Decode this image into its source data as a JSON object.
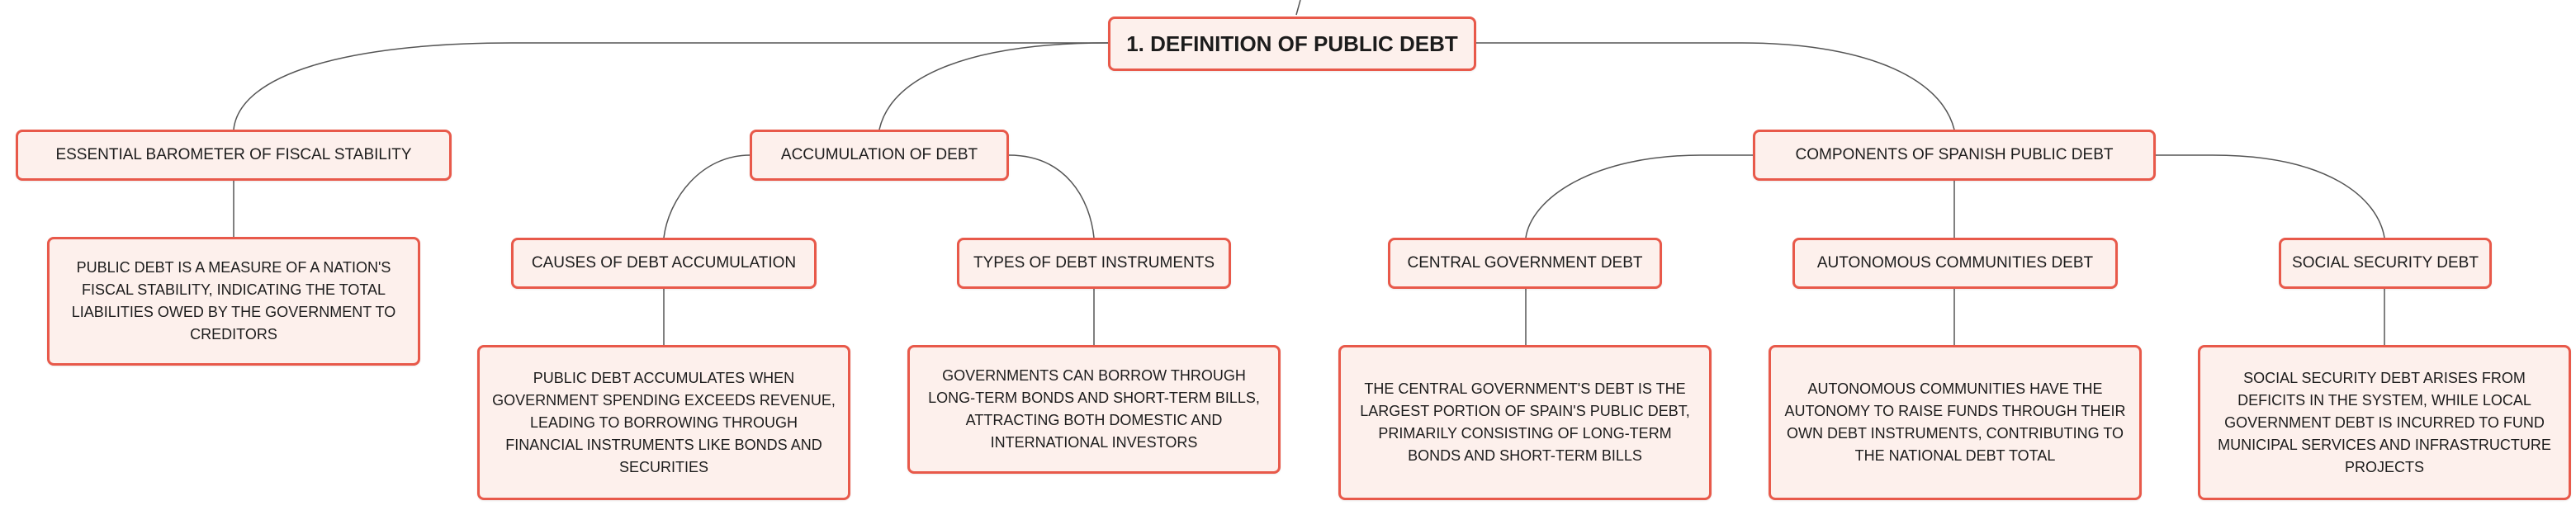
{
  "diagram": {
    "root": {
      "label": "1. DEFINITION OF PUBLIC DEBT"
    },
    "branches": [
      {
        "label": "ESSENTIAL BAROMETER OF FISCAL STABILITY",
        "detail": "PUBLIC DEBT IS A MEASURE OF A NATION'S FISCAL STABILITY, INDICATING THE TOTAL LIABILITIES OWED BY THE GOVERNMENT TO CREDITORS"
      },
      {
        "label": "ACCUMULATION OF DEBT",
        "children": [
          {
            "label": "CAUSES OF DEBT ACCUMULATION",
            "detail": "PUBLIC DEBT ACCUMULATES WHEN GOVERNMENT SPENDING EXCEEDS REVENUE, LEADING TO BORROWING THROUGH FINANCIAL INSTRUMENTS LIKE BONDS AND SECURITIES"
          },
          {
            "label": "TYPES OF DEBT INSTRUMENTS",
            "detail": "GOVERNMENTS CAN BORROW THROUGH LONG-TERM BONDS AND SHORT-TERM BILLS, ATTRACTING BOTH DOMESTIC AND INTERNATIONAL INVESTORS"
          }
        ]
      },
      {
        "label": "COMPONENTS OF SPANISH PUBLIC DEBT",
        "children": [
          {
            "label": "CENTRAL GOVERNMENT DEBT",
            "detail": "THE CENTRAL GOVERNMENT'S DEBT IS THE LARGEST PORTION OF SPAIN'S PUBLIC DEBT, PRIMARILY CONSISTING OF LONG-TERM BONDS AND SHORT-TERM BILLS"
          },
          {
            "label": "AUTONOMOUS COMMUNITIES DEBT",
            "detail": "AUTONOMOUS COMMUNITIES HAVE THE AUTONOMY TO RAISE FUNDS THROUGH THEIR OWN DEBT INSTRUMENTS, CONTRIBUTING TO THE NATIONAL DEBT TOTAL"
          },
          {
            "label": "SOCIAL SECURITY DEBT",
            "detail": "SOCIAL SECURITY DEBT ARISES FROM DEFICITS IN THE SYSTEM, WHILE LOCAL GOVERNMENT DEBT IS INCURRED TO FUND MUNICIPAL SERVICES AND INFRASTRUCTURE PROJECTS"
          }
        ]
      }
    ]
  },
  "colors": {
    "node_fill": "#fdf0ec",
    "node_border": "#e8594a",
    "connector": "#555555",
    "text": "#1c1c1c"
  }
}
